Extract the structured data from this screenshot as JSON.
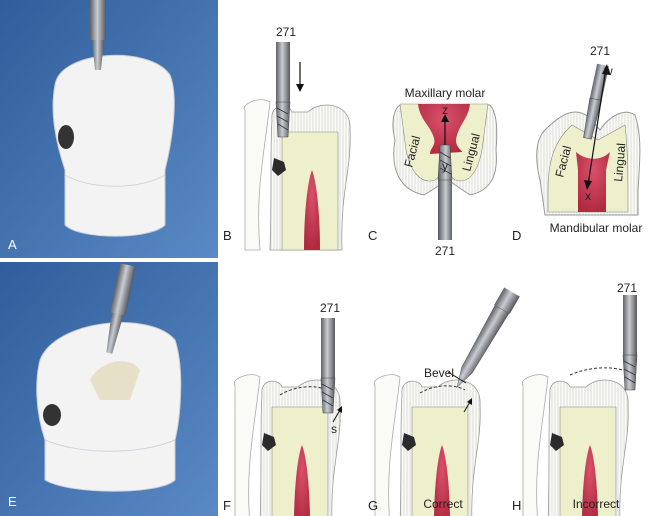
{
  "panels": {
    "A": "A",
    "B": "B",
    "C": "C",
    "D": "D",
    "E": "E",
    "F": "F",
    "G": "G",
    "H": "H"
  },
  "labels": {
    "bur_B": "271",
    "bur_C": "271",
    "bur_D": "271",
    "bur_F": "271",
    "bur_H": "271",
    "maxillary": "Maxillary molar",
    "mandibular": "Mandibular molar",
    "facial_C": "Facial",
    "lingual_C": "Lingual",
    "facial_D": "Facial",
    "lingual_D": "Lingual",
    "axis_z": "z",
    "axis_y": "y",
    "axis_w": "w",
    "axis_x": "x",
    "s": "s",
    "bevel": "Bevel",
    "correct": "Correct",
    "incorrect": "Incorrect"
  },
  "colors": {
    "dentin": "#eef0cc",
    "pulp": "#c8384e",
    "photo_bg": "#3a6aa8",
    "bur": "#8a8d92"
  }
}
